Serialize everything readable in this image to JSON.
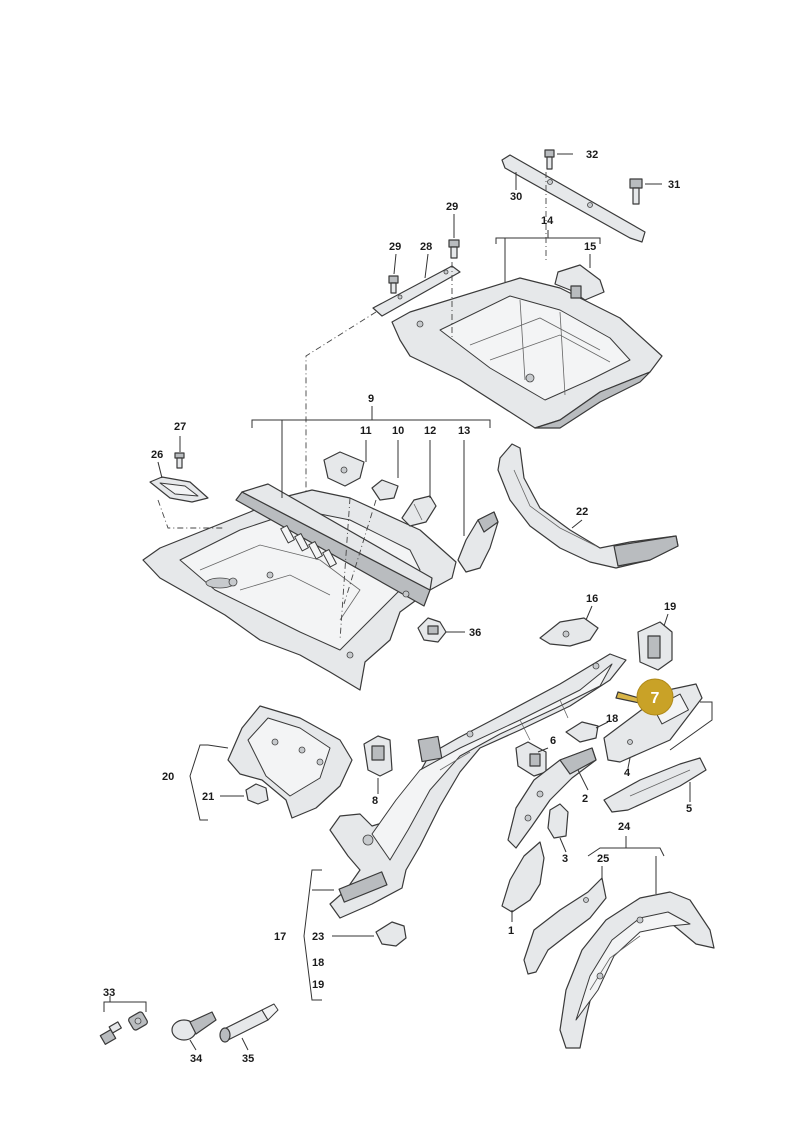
{
  "labels": {
    "p1": "1",
    "p2": "2",
    "p3": "3",
    "p4": "4",
    "p5": "5",
    "p6": "6",
    "p8": "8",
    "p9": "9",
    "p10": "10",
    "p11": "11",
    "p12": "12",
    "p13": "13",
    "p14": "14",
    "p15": "15",
    "p16": "16",
    "p17": "17",
    "p18a": "18",
    "p18b": "18",
    "p19a": "19",
    "p19b": "19",
    "p20": "20",
    "p21": "21",
    "p22": "22",
    "p23": "23",
    "p24": "24",
    "p25": "25",
    "p26": "26",
    "p27": "27",
    "p28": "28",
    "p29a": "29",
    "p29b": "29",
    "p30": "30",
    "p31": "31",
    "p32": "32",
    "p33": "33",
    "p34": "34",
    "p35": "35",
    "p36": "36"
  },
  "highlight": {
    "label": "7",
    "color": "#c9a227"
  },
  "colors": {
    "part_fill": "#e6e8ea",
    "part_shade": "#b9bcbf",
    "line": "#3a3a3a"
  }
}
